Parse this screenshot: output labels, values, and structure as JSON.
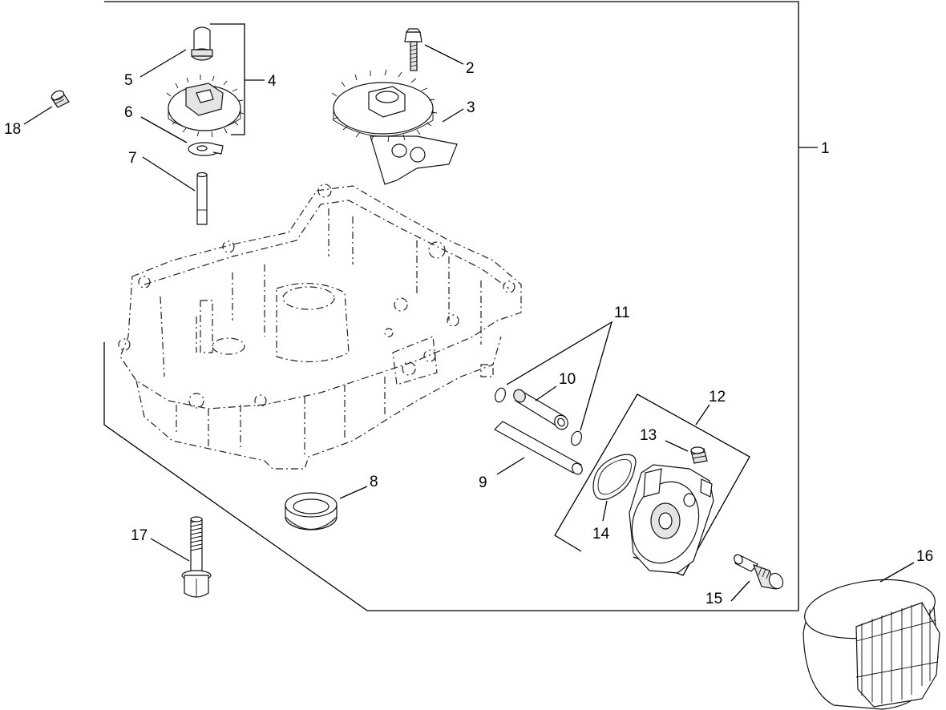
{
  "callouts": [
    "1",
    "2",
    "3",
    "4",
    "5",
    "6",
    "7",
    "8",
    "9",
    "10",
    "11",
    "12",
    "13",
    "14",
    "15",
    "16",
    "17",
    "18"
  ],
  "icons": {
    "oil_pan": "oil-pan-housing-drawing",
    "governor_gear": "governor-gear-drawing",
    "oil_pump_gear": "oil-pump-gear-drawing",
    "oil_filter": "oil-filter-drawing"
  }
}
